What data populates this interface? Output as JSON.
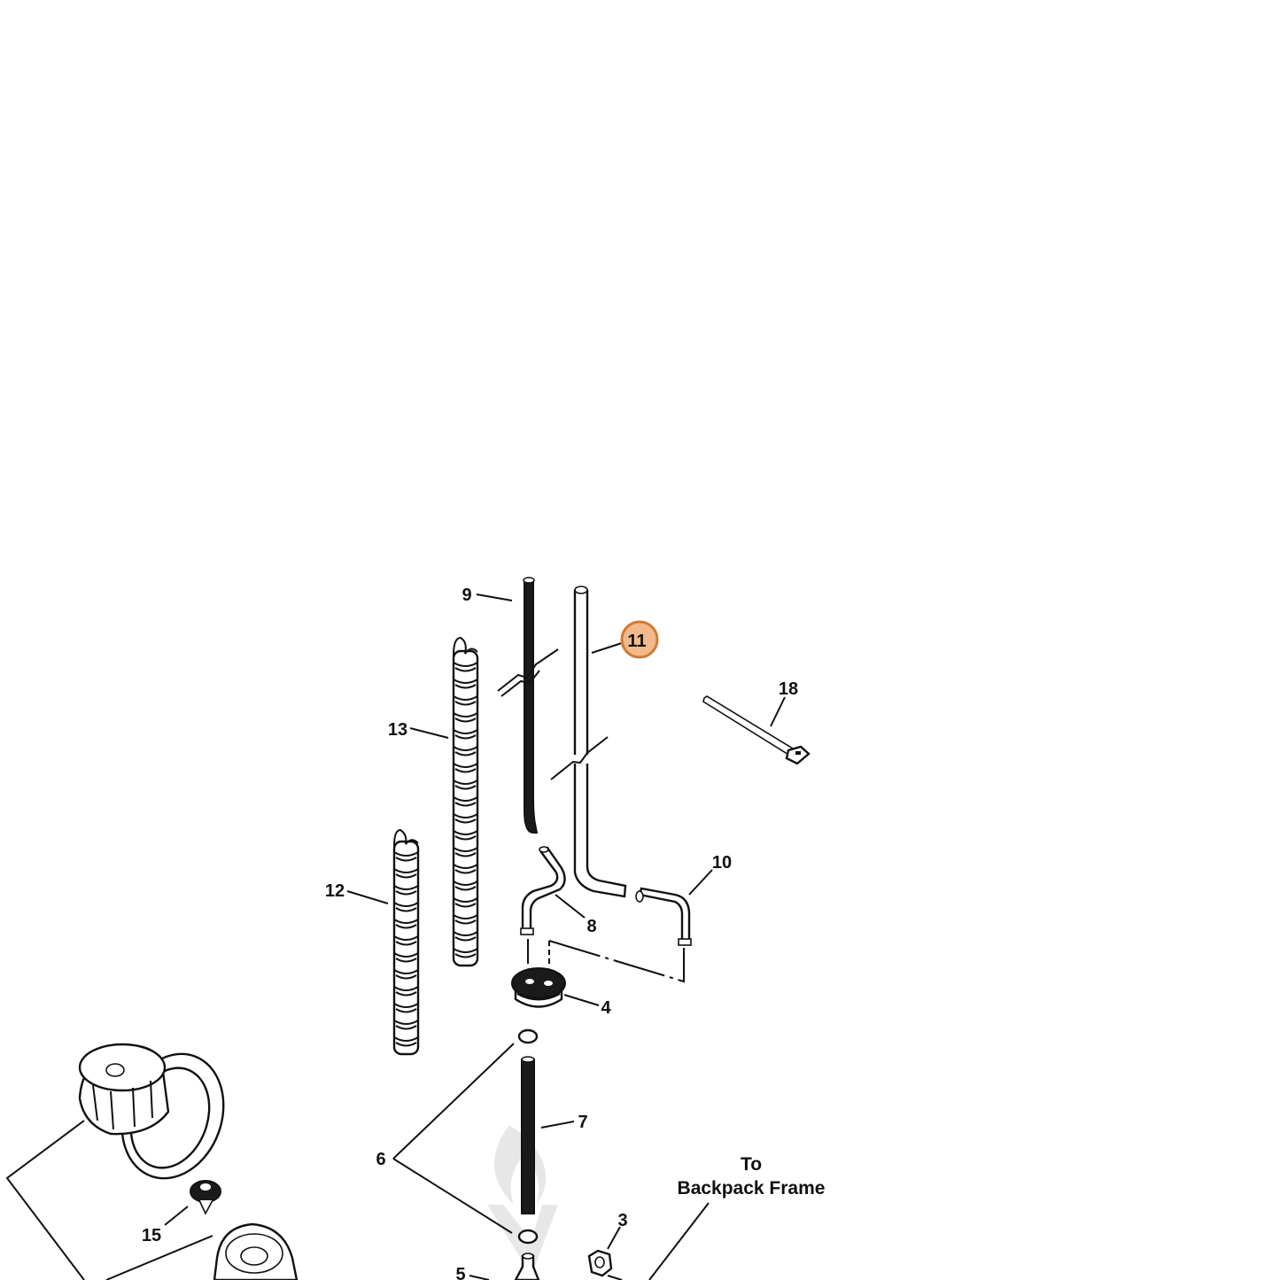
{
  "diagram": {
    "callouts": [
      "9",
      "11",
      "13",
      "18",
      "12",
      "10",
      "8",
      "4",
      "7",
      "6",
      "15",
      "3",
      "5"
    ],
    "highlighted_callout": "11",
    "highlight_color": "#f2b98a",
    "highlight_border_color": "#d07a35",
    "note_line1": "To",
    "note_line2": "Backpack Frame"
  }
}
